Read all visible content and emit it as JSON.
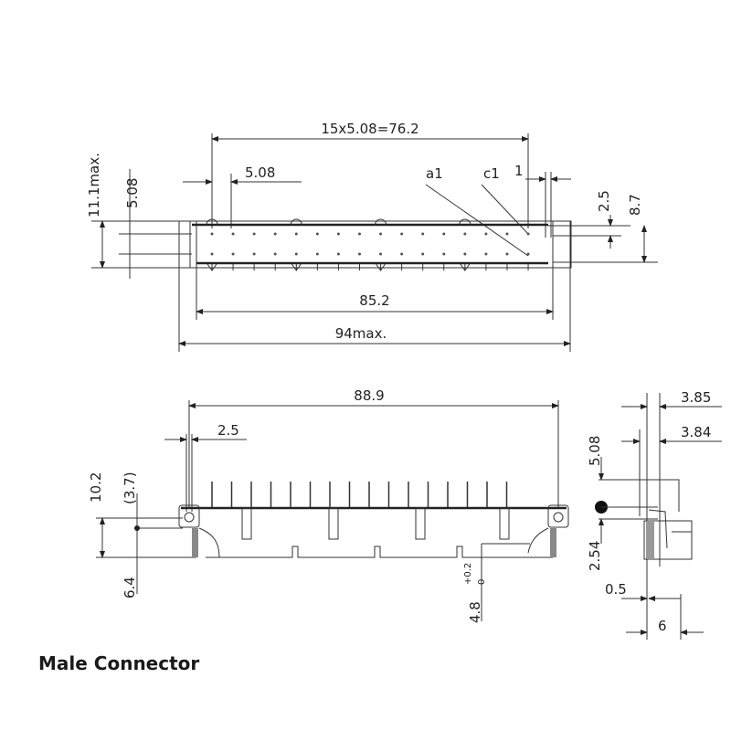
{
  "title": "Male Connector",
  "top_view": {
    "pitch_total": "15x5.08=76.2",
    "pitch": "5.08",
    "row_a": "a1",
    "row_c": "c1",
    "offset": "1",
    "height_max": "11.1max.",
    "row_spacing": "5.08",
    "dim_2_5": "2.5",
    "dim_8_7": "8.7",
    "inner_width": "85.2",
    "outer_width": "94max."
  },
  "front_view": {
    "mount_spacing": "88.9",
    "edge_offset": "2.5",
    "height": "10.2",
    "ref_height": "(3.7)",
    "depth": "6.4",
    "pin_length": "4.8",
    "tol_plus": "+0.2",
    "tol_minus": "0"
  },
  "side_view": {
    "dim_3_85": "3.85",
    "dim_3_84": "3.84",
    "dim_5_08": "5.08",
    "dim_2_54": "2.54",
    "dim_0_5": "0.5",
    "dim_6": "6"
  }
}
